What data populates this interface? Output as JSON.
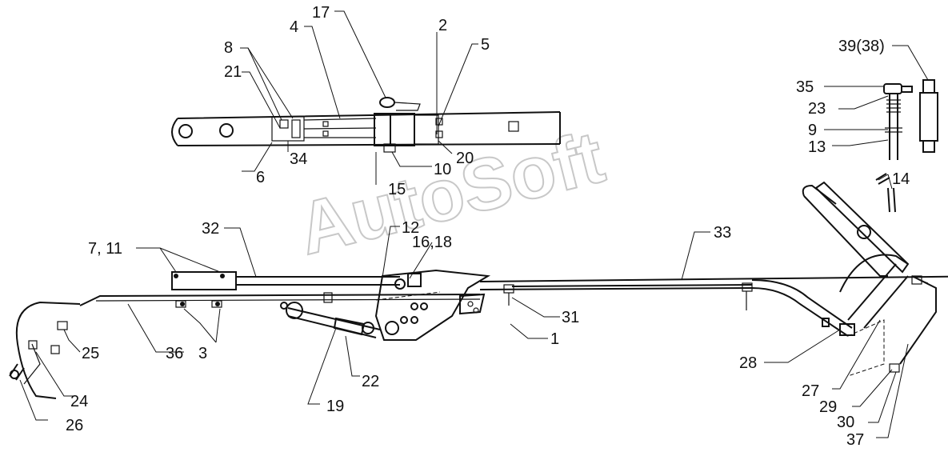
{
  "watermark": "AutoSoft",
  "callouts": [
    {
      "id": "c17",
      "text": "17"
    },
    {
      "id": "c4",
      "text": "4"
    },
    {
      "id": "c2",
      "text": "2"
    },
    {
      "id": "c5",
      "text": "5"
    },
    {
      "id": "c8",
      "text": "8"
    },
    {
      "id": "c21",
      "text": "21"
    },
    {
      "id": "c34",
      "text": "34"
    },
    {
      "id": "c6",
      "text": "6"
    },
    {
      "id": "c10",
      "text": "10"
    },
    {
      "id": "c20",
      "text": "20"
    },
    {
      "id": "c15",
      "text": "15"
    },
    {
      "id": "c3938",
      "text": "39(38)"
    },
    {
      "id": "c35",
      "text": "35"
    },
    {
      "id": "c23",
      "text": "23"
    },
    {
      "id": "c9",
      "text": "9"
    },
    {
      "id": "c13",
      "text": "13"
    },
    {
      "id": "c14",
      "text": "14"
    },
    {
      "id": "c32",
      "text": "32"
    },
    {
      "id": "c12",
      "text": "12"
    },
    {
      "id": "c1618",
      "text": "16,18"
    },
    {
      "id": "c33",
      "text": "33"
    },
    {
      "id": "c711",
      "text": "7, 11"
    },
    {
      "id": "c31",
      "text": "31"
    },
    {
      "id": "c1",
      "text": "1"
    },
    {
      "id": "c36",
      "text": "36"
    },
    {
      "id": "c3",
      "text": "3"
    },
    {
      "id": "c25",
      "text": "25"
    },
    {
      "id": "c22",
      "text": "22"
    },
    {
      "id": "c19",
      "text": "19"
    },
    {
      "id": "c28",
      "text": "28"
    },
    {
      "id": "c24",
      "text": "24"
    },
    {
      "id": "c26",
      "text": "26"
    },
    {
      "id": "c27",
      "text": "27"
    },
    {
      "id": "c29",
      "text": "29"
    },
    {
      "id": "c30",
      "text": "30"
    },
    {
      "id": "c37",
      "text": "37"
    }
  ]
}
